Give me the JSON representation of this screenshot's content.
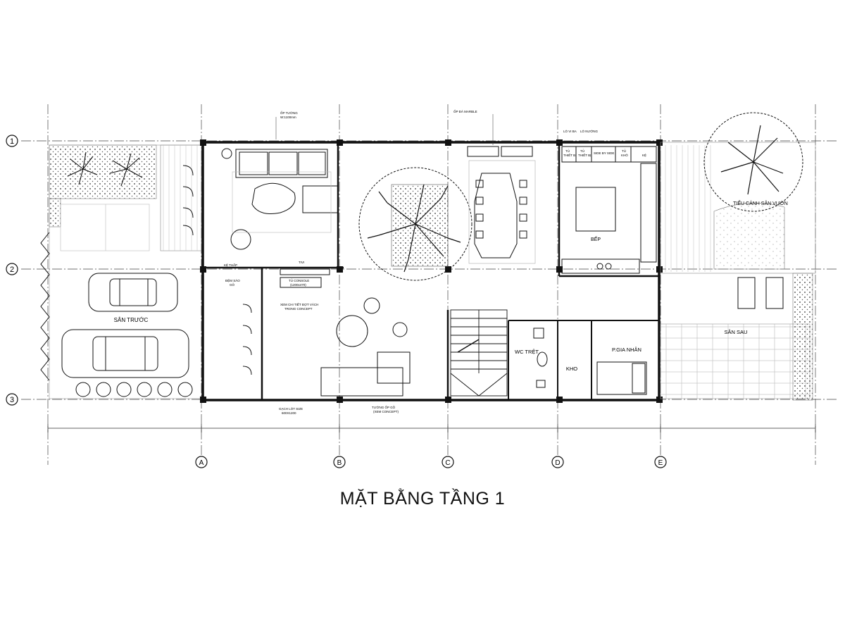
{
  "drawing": {
    "title": "MẶT BẰNG TẦNG 1",
    "grid_rows": [
      "1",
      "2",
      "3"
    ],
    "grid_cols": [
      "A",
      "B",
      "C",
      "D",
      "E"
    ],
    "rooms": {
      "san_truoc": "SÂN TRƯỚC",
      "bep": "BẾP",
      "wc": "WC TRỆT",
      "kho": "KHO",
      "p_gia_nhan": "P.GIA NHÂN",
      "san_sau": "SÂN SAU",
      "tieu_canh": "TIỂU CẢNH SÂN VƯỜN"
    },
    "notes": {
      "op_tuong": "ỐP TƯỜNG",
      "op_tuong_dim": "W:1100mm",
      "op_da_marble": "ỐP ĐÁ MARBLE",
      "ke_thap": "KỆ THẤP",
      "tivi": "TIVI",
      "dem_sao": "ĐỆM SÀO",
      "dem_sao_2": "GỖ",
      "tu_console": "TỦ CONSOLE",
      "tu_console_dim": "(1200x470)",
      "xem_chi_tiet": "XEM CHI TIẾT ĐỢT VÁCH",
      "trong_concept": "TRONG CONCEPT",
      "gach_lot": "GẠCH LÓT SIZE",
      "gach_lot_dim": "600X1200",
      "tuong_op_go": "TƯỜNG ỐP GỖ",
      "xem_concept": "(XEM CONCEPT)",
      "tu_thiet_bi": "TỦ",
      "tu_thiet_bi_2": "THIẾT BỊ",
      "side_by_side": "SIDE BY SIDE",
      "tu_kho": "TỦ",
      "tu_kho_2": "KHÔ",
      "lo_vi_ba": "LÒ VI BA",
      "lo_nuong": "LÒ NƯỚNG",
      "ke": "KỆ"
    }
  }
}
